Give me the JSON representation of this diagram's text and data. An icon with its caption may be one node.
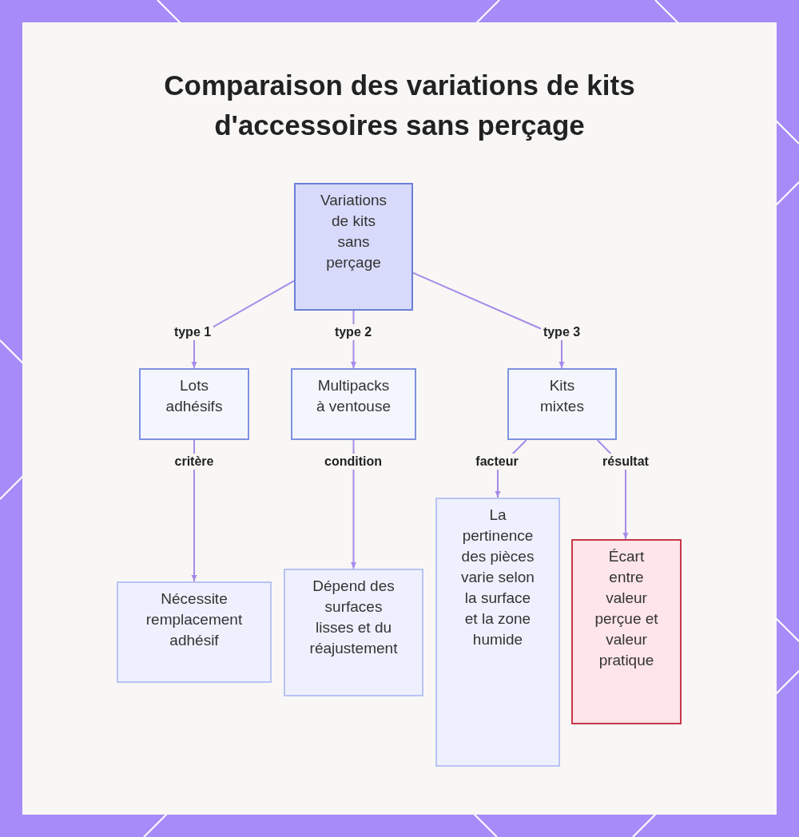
{
  "diagram": {
    "title": "Comparaison des variations de kits d'accessoires sans perçage",
    "nodes": [
      {
        "text": [
          "Variations de kits sans perçage"
        ]
      },
      {
        "text": [
          "Lots adhésifs"
        ]
      },
      {
        "text": [
          "Multipacks à ventouse"
        ]
      },
      {
        "text": [
          "Kits mixtes"
        ]
      },
      {
        "text": [
          "Nécessite remplacement adhésif"
        ]
      },
      {
        "text": [
          "Dépend des surfaces lisses et du réajustement"
        ]
      },
      {
        "text": [
          "La pertinence des pièces varie selon la surface et la zone humide"
        ]
      },
      {
        "text": [
          "Écart entre valeur perçue et valeur pratique"
        ]
      }
    ],
    "edges": [
      {
        "from": 0,
        "to": 1,
        "arrow": "to",
        "label": "type 1"
      },
      {
        "from": 0,
        "to": 2,
        "arrow": "to",
        "label": "type 2"
      },
      {
        "from": 0,
        "to": 3,
        "arrow": "to",
        "label": "type 3"
      },
      {
        "from": 1,
        "to": 4,
        "arrow": "to",
        "label": "critère"
      },
      {
        "from": 2,
        "to": 5,
        "arrow": "to",
        "label": "condition"
      },
      {
        "from": 3,
        "to": 6,
        "arrow": "to",
        "label": "facteur"
      },
      {
        "from": 3,
        "to": 7,
        "arrow": "to",
        "label": "résultat"
      }
    ]
  }
}
